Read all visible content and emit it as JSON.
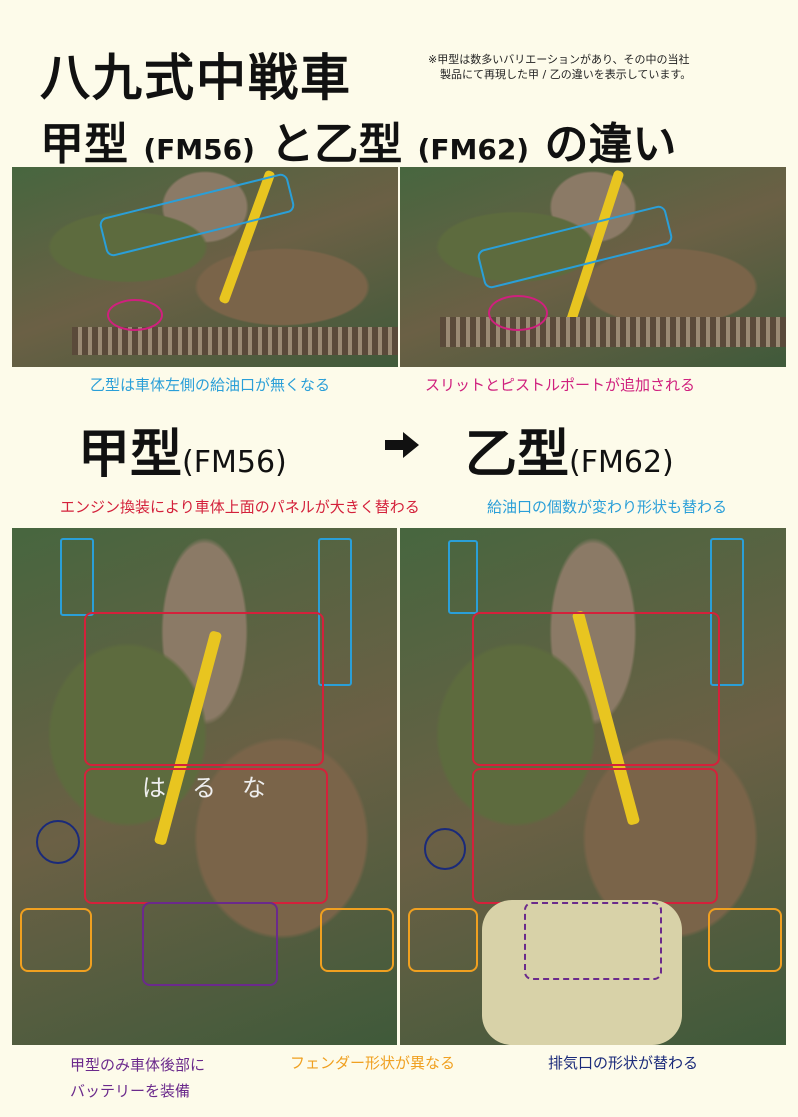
{
  "title_line1": "八九式中戦車",
  "title_line2_a": "甲型",
  "title_line2_b": "(FM56)",
  "title_line2_c": "と乙型",
  "title_line2_d": "(FM62)",
  "title_line2_e": "の違い",
  "note_line1": "※甲型は数多いバリエーションがあり、その中の当社",
  "note_line2": "製品にて再現した甲 / 乙の違いを表示しています。",
  "caption_fuel_removed": "乙型は車体左側の給油口が無くなる",
  "caption_slit": "スリットとピストルポートが追加される",
  "compare_left": "甲型",
  "compare_left_code": "(FM56)",
  "compare_right": "乙型",
  "compare_right_code": "(FM62)",
  "caption_engine": "エンジン換装により車体上面のパネルが大きく替わる",
  "caption_fuel_count": "給油口の個数が変わり形状も替わる",
  "caption_battery_1": "甲型のみ車体後部に",
  "caption_battery_2": "バッテリーを装備",
  "caption_fender": "フェンダー形状が異なる",
  "caption_exhaust": "排気口の形状が替わる",
  "hull_markings": "はるな",
  "colors": {
    "blue": "#2a9fd8",
    "red": "#d4213b",
    "magenta": "#d0207e",
    "orange": "#f0a020",
    "purple": "#6b2a8c",
    "navy": "#1a2a7a",
    "cream": "#fdfbea"
  }
}
